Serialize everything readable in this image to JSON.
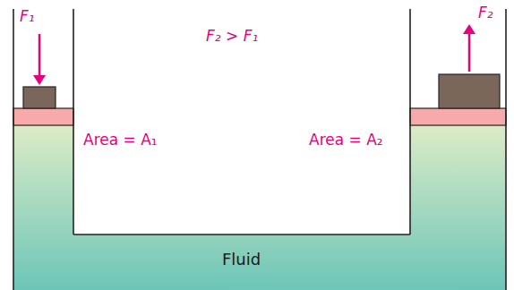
{
  "diagram": {
    "labels": [
      "F₁",
      "F₂",
      "F₂ > F₁",
      "Area = A₁",
      "Area = A₂",
      "Fluid"
    ]
  }
}
